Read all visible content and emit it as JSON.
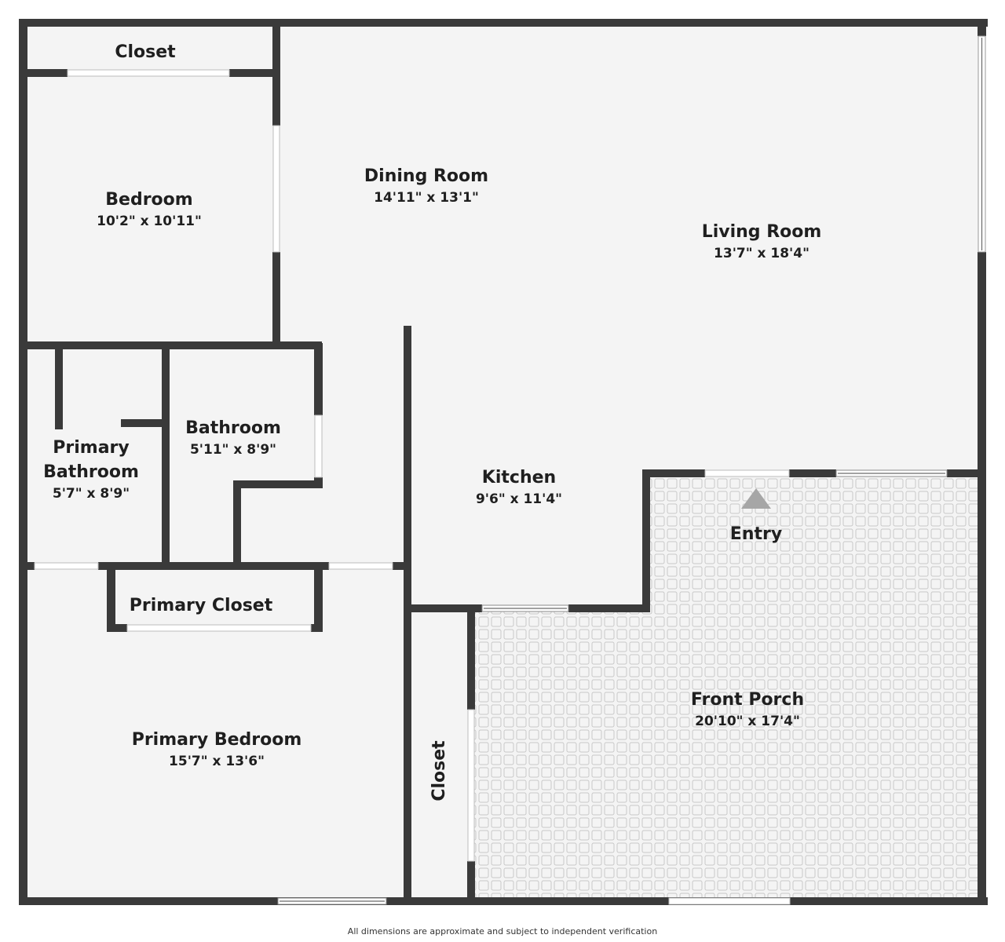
{
  "rooms": {
    "closet_top": {
      "name": "Closet"
    },
    "bedroom": {
      "name": "Bedroom",
      "dimensions": "10'2\" x 10'11\""
    },
    "dining_room": {
      "name": "Dining Room",
      "dimensions": "14'11\" x 13'1\""
    },
    "living_room": {
      "name": "Living Room",
      "dimensions": "13'7\" x 18'4\""
    },
    "bathroom": {
      "name": "Bathroom",
      "dimensions": "5'11\" x 8'9\""
    },
    "primary_bathroom": {
      "name_line1": "Primary",
      "name_line2": "Bathroom",
      "dimensions": "5'7\" x 8'9\""
    },
    "kitchen": {
      "name": "Kitchen",
      "dimensions": "9'6\" x 11'4\""
    },
    "entry": {
      "name": "Entry"
    },
    "primary_closet": {
      "name": "Primary Closet"
    },
    "front_porch": {
      "name": "Front Porch",
      "dimensions": "20'10\" x 17'4\""
    },
    "primary_bedroom": {
      "name": "Primary Bedroom",
      "dimensions": "15'7\" x 13'6\""
    },
    "closet_side": {
      "name": "Closet"
    }
  },
  "footer": {
    "disclaimer": "All dimensions are approximate and subject to independent verification"
  },
  "colors": {
    "wall": "#3a3a3a",
    "floor": "#f4f4f4",
    "porch_tile": "#f4f4f4",
    "porch_grout": "#c8c8c8",
    "text": "#1f1f1f"
  }
}
